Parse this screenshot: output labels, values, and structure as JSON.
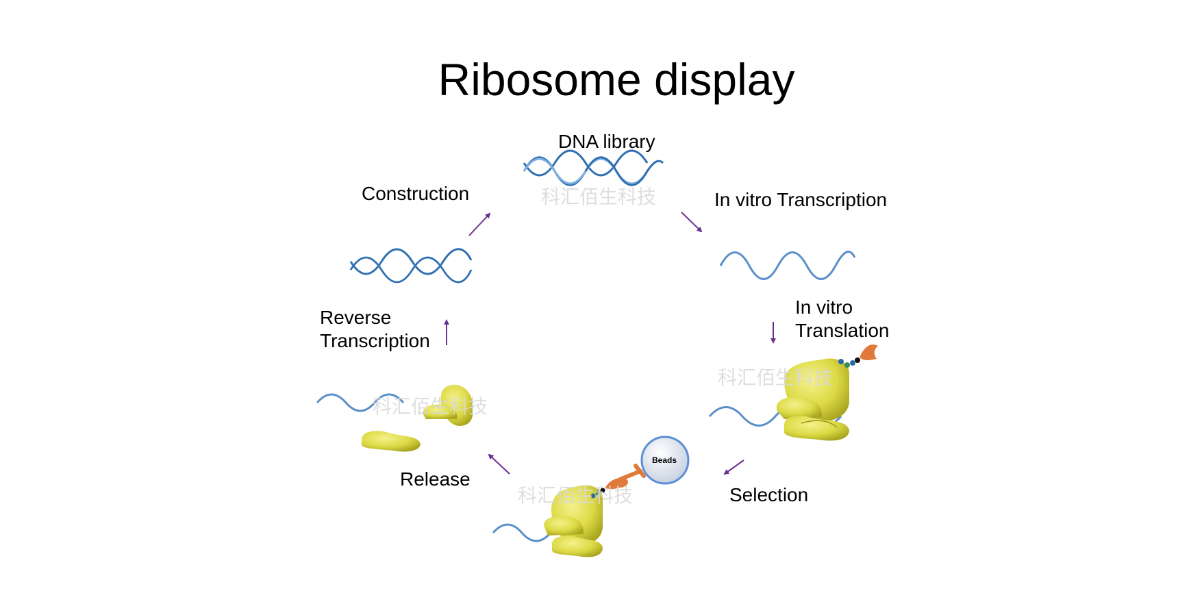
{
  "title": "Ribosome display",
  "steps": {
    "dna_library": "DNA library",
    "transcription": "In vitro Transcription",
    "translation_line1": "In vitro",
    "translation_line2": "Translation",
    "selection": "Selection",
    "release": "Release",
    "rt_line1": "Reverse",
    "rt_line2": "Transcription",
    "construction": "Construction"
  },
  "beads_label": "Beads",
  "watermark": "科汇佰生科技",
  "colors": {
    "arrow": "#6a2e8e",
    "dna_dark": "#2f6fb0",
    "dna_light": "#7fb1e0",
    "ribosome": "#d9d640",
    "ribosome_shade": "#b8b526",
    "bead_fill": "#dfe6f2",
    "bead_stroke": "#5b8fd6",
    "protein": "#e07a3a"
  }
}
